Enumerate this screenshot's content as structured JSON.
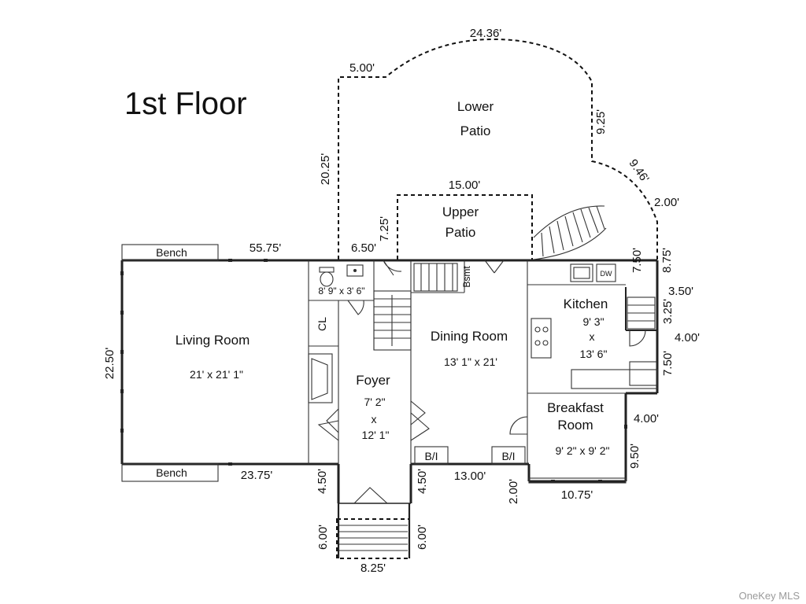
{
  "title": "1st Floor",
  "rooms": {
    "lower_patio": [
      "Lower",
      "Patio"
    ],
    "upper_patio": [
      "Upper",
      "Patio"
    ],
    "living_room": {
      "name": "Living Room",
      "size": "21' x 21' 1\""
    },
    "dining_room": {
      "name": "Dining Room",
      "size": "13' 1\" x 21'"
    },
    "kitchen": {
      "name": "Kitchen",
      "size": [
        "9' 3\"",
        "x",
        "13' 6\""
      ]
    },
    "foyer": {
      "name": "Foyer",
      "size": [
        "7' 2\"",
        "x",
        "12' 1\""
      ]
    },
    "breakfast_room": {
      "name": [
        "Breakfast",
        "Room"
      ],
      "size": "9' 2\" x 9' 2\""
    },
    "bath": {
      "size": "8' 9\" x 3' 6\""
    }
  },
  "labels": {
    "bench_top": "Bench",
    "bench_bottom": "Bench",
    "closet": "CL",
    "basement": "Bsmt",
    "builtin_left": "B/I",
    "builtin_right": "B/I",
    "dishwasher": "DW"
  },
  "dimensions": {
    "d_24_36": "24.36'",
    "d_5_00": "5.00'",
    "d_9_25": "9.25'",
    "d_9_46": "9.46'",
    "d_2_00_patio": "2.00'",
    "d_20_25": "20.25'",
    "d_15_00": "15.00'",
    "d_7_25": "7.25'",
    "d_6_50": "6.50'",
    "d_55_75": "55.75'",
    "d_7_50_top": "7.50'",
    "d_8_75": "8.75'",
    "d_3_50": "3.50'",
    "d_3_25": "3.25'",
    "d_4_00_right": "4.00'",
    "d_7_50_right": "7.50'",
    "d_4_00_break": "4.00'",
    "d_9_50": "9.50'",
    "d_22_50": "22.50'",
    "d_23_75": "23.75'",
    "d_4_50_left": "4.50'",
    "d_4_50_right": "4.50'",
    "d_13_00": "13.00'",
    "d_2_00_bottom": "2.00'",
    "d_10_75": "10.75'",
    "d_6_00_left": "6.00'",
    "d_6_00_right": "6.00'",
    "d_8_25": "8.25'"
  },
  "watermark": "OneKey MLS"
}
